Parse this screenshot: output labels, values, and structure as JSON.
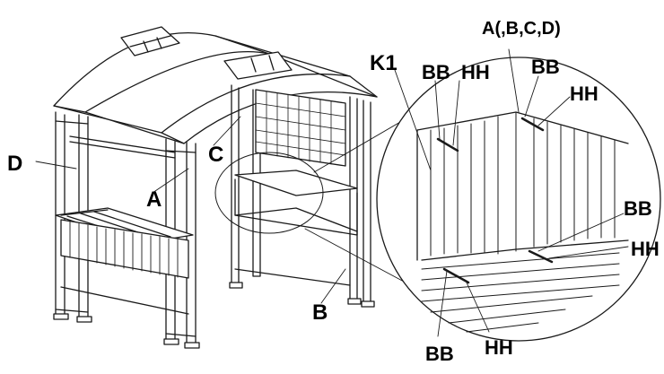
{
  "labels": {
    "D": "D",
    "A": "A",
    "C": "C",
    "B": "B",
    "K1": "K1",
    "BB": "BB",
    "HH": "HH",
    "assembly": "A(,B,C,D)"
  },
  "colors": {
    "line": "#1a1a1a",
    "background": "#ffffff"
  }
}
